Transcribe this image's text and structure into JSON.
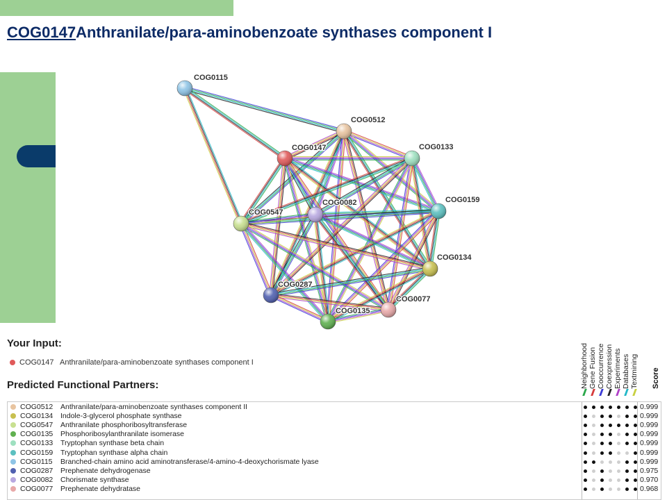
{
  "title": {
    "cog": "COG0147",
    "description": "Anthranilate/para-aminobenzoate  synthases  component  I"
  },
  "network": {
    "nodes": [
      {
        "id": "COG0115",
        "color": "#8ec4e6"
      },
      {
        "id": "COG0512",
        "color": "#e8c4a0"
      },
      {
        "id": "COG0147",
        "color": "#e05a5a"
      },
      {
        "id": "COG0133",
        "color": "#9ee0c0"
      },
      {
        "id": "COG0159",
        "color": "#5cc0c0"
      },
      {
        "id": "COG0082",
        "color": "#b8a8e0"
      },
      {
        "id": "COG0547",
        "color": "#c8e090"
      },
      {
        "id": "COG0134",
        "color": "#c8c050"
      },
      {
        "id": "COG0287",
        "color": "#5060b0"
      },
      {
        "id": "COG0077",
        "color": "#e8a8a8"
      },
      {
        "id": "COG0135",
        "color": "#60b050"
      }
    ],
    "edge_colors": [
      "#3b3bd6",
      "#2aa84a",
      "#22b8c8",
      "#222222",
      "#d63b3b",
      "#c8d040",
      "#b040c8"
    ]
  },
  "your_input": {
    "heading": "Your Input:",
    "item": {
      "id": "COG0147",
      "name": "Anthranilate/para-aminobenzoate synthases component I",
      "color": "#e05a5a"
    }
  },
  "partners_heading": "Predicted Functional Partners:",
  "evidence_columns": [
    {
      "label": "Neighborhood",
      "color": "#2aa84a"
    },
    {
      "label": "Gene Fusion",
      "color": "#d63b3b"
    },
    {
      "label": "Cooccurrence",
      "color": "#3b3bd6"
    },
    {
      "label": "Coexpression",
      "color": "#222222"
    },
    {
      "label": "Experiments",
      "color": "#b040c8"
    },
    {
      "label": "Databases",
      "color": "#22b8c8"
    },
    {
      "label": "Textmining",
      "color": "#c8d040"
    }
  ],
  "score_label": "Score",
  "partners": [
    {
      "id": "COG0512",
      "name": "Anthranilate/para-aminobenzoate synthases component II",
      "color": "#e8c4a0",
      "score": "0.999",
      "evidence": [
        1,
        1,
        1,
        1,
        1,
        1,
        1
      ]
    },
    {
      "id": "COG0134",
      "name": "Indole-3-glycerol phosphate synthase",
      "color": "#c8c050",
      "score": "0.999",
      "evidence": [
        1,
        0,
        1,
        1,
        0,
        1,
        1
      ]
    },
    {
      "id": "COG0547",
      "name": "Anthranilate phosphoribosyltransferase",
      "color": "#c8e090",
      "score": "0.999",
      "evidence": [
        1,
        0,
        1,
        1,
        1,
        1,
        1
      ]
    },
    {
      "id": "COG0135",
      "name": "Phosphoribosylanthranilate isomerase",
      "color": "#60b050",
      "score": "0.999",
      "evidence": [
        1,
        0,
        1,
        1,
        0,
        1,
        1
      ]
    },
    {
      "id": "COG0133",
      "name": "Tryptophan synthase beta chain",
      "color": "#9ee0c0",
      "score": "0.999",
      "evidence": [
        1,
        0,
        1,
        1,
        0,
        1,
        1
      ]
    },
    {
      "id": "COG0159",
      "name": "Tryptophan synthase alpha chain",
      "color": "#5cc0c0",
      "score": "0.999",
      "evidence": [
        1,
        0,
        1,
        1,
        0,
        0,
        1
      ]
    },
    {
      "id": "COG0115",
      "name": "Branched-chain amino acid aminotransferase/4-amino-4-deoxychorismate lyase",
      "color": "#8ec4e6",
      "score": "0.999",
      "evidence": [
        1,
        1,
        0,
        0,
        0,
        1,
        1
      ]
    },
    {
      "id": "COG0287",
      "name": "Prephenate dehydrogenase",
      "color": "#5060b0",
      "score": "0.975",
      "evidence": [
        1,
        0,
        1,
        0,
        0,
        1,
        1
      ]
    },
    {
      "id": "COG0082",
      "name": "Chorismate synthase",
      "color": "#b8a8e0",
      "score": "0.970",
      "evidence": [
        1,
        0,
        1,
        0,
        0,
        1,
        1
      ]
    },
    {
      "id": "COG0077",
      "name": "Prephenate dehydratase",
      "color": "#e8a8a8",
      "score": "0.968",
      "evidence": [
        1,
        0,
        1,
        0,
        0,
        1,
        1
      ]
    }
  ]
}
